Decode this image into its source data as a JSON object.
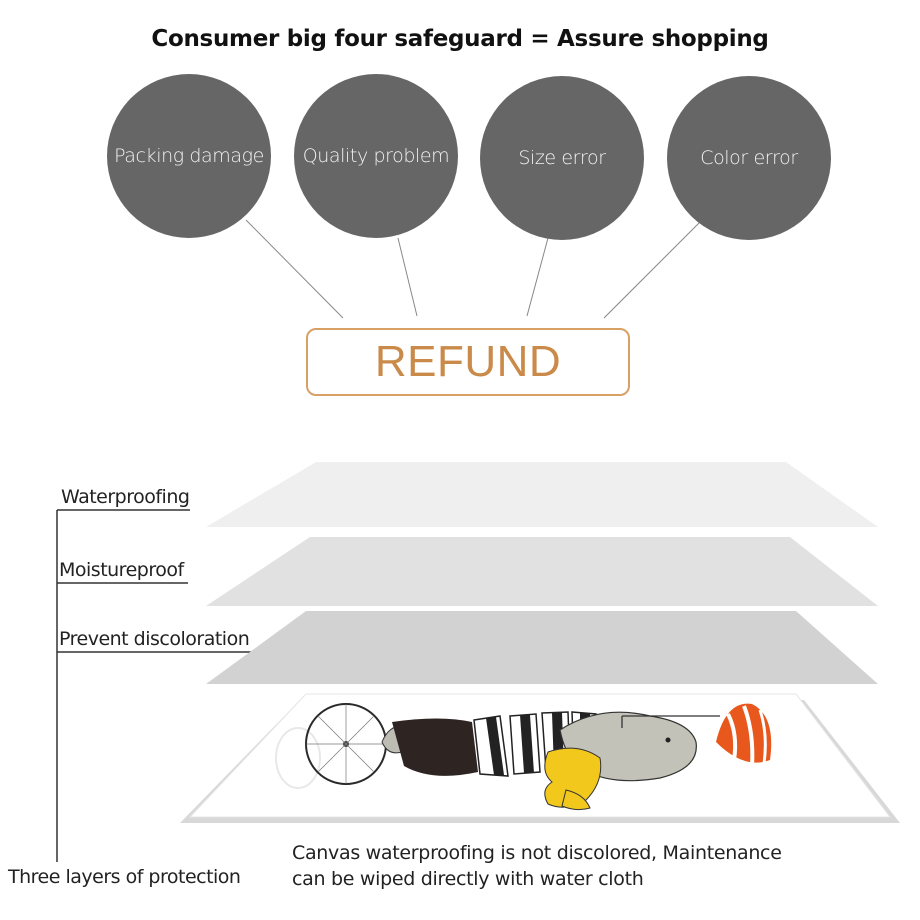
{
  "header": {
    "title": "Consumer big four safeguard = Assure shopping"
  },
  "safeguards": [
    {
      "label": "Packing  damage"
    },
    {
      "label": "Quality  problem"
    },
    {
      "label": "Size  error"
    },
    {
      "label": "Color  error"
    }
  ],
  "refund_box": {
    "label": "REFUND"
  },
  "colors": {
    "circle": "#666666",
    "refund_border": "#d9a066",
    "refund_text": "#c98a4a",
    "umbrella": "#e8571c",
    "yellow": "#f2c81c"
  },
  "layers": [
    {
      "label": "Waterproofing"
    },
    {
      "label": "Moistureproof"
    },
    {
      "label": "Prevent  discoloration"
    }
  ],
  "protection_label": "Three layers of protection",
  "caption": {
    "line1": "Canvas  waterproofing  is  not  discolored,  Maintenance",
    "line2": "can  be  wiped  directly  with  water  cloth"
  }
}
